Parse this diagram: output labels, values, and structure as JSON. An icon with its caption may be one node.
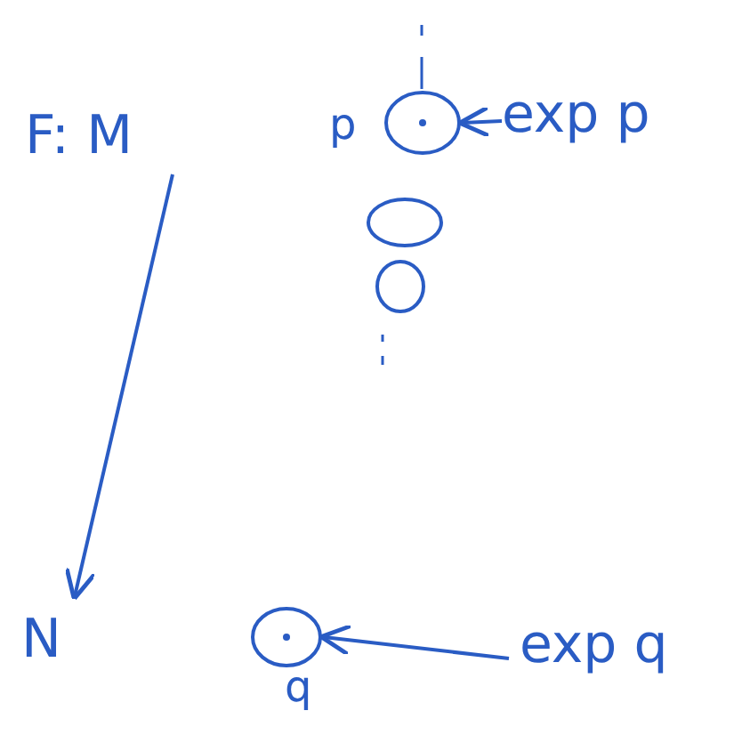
{
  "diagram": {
    "nodes": [
      {
        "text": [
          "F: M"
        ]
      },
      {
        "text": [
          "N"
        ]
      },
      {
        "text": [],
        "shape": "circle",
        "beside": [
          "p"
        ]
      },
      {
        "text": [
          "exp p"
        ]
      },
      {
        "text": [],
        "shape": "circle"
      },
      {
        "text": [],
        "shape": "circle"
      },
      {
        "text": [],
        "shape": "circle",
        "beside": [
          "q"
        ]
      },
      {
        "text": [
          "exp q"
        ]
      }
    ],
    "edges": [
      {
        "from": 0,
        "to": 1,
        "arrow": "to"
      },
      {
        "from": 3,
        "to": 2,
        "arrow": "to"
      },
      {
        "from": 7,
        "to": 6,
        "arrow": "to"
      }
    ]
  }
}
